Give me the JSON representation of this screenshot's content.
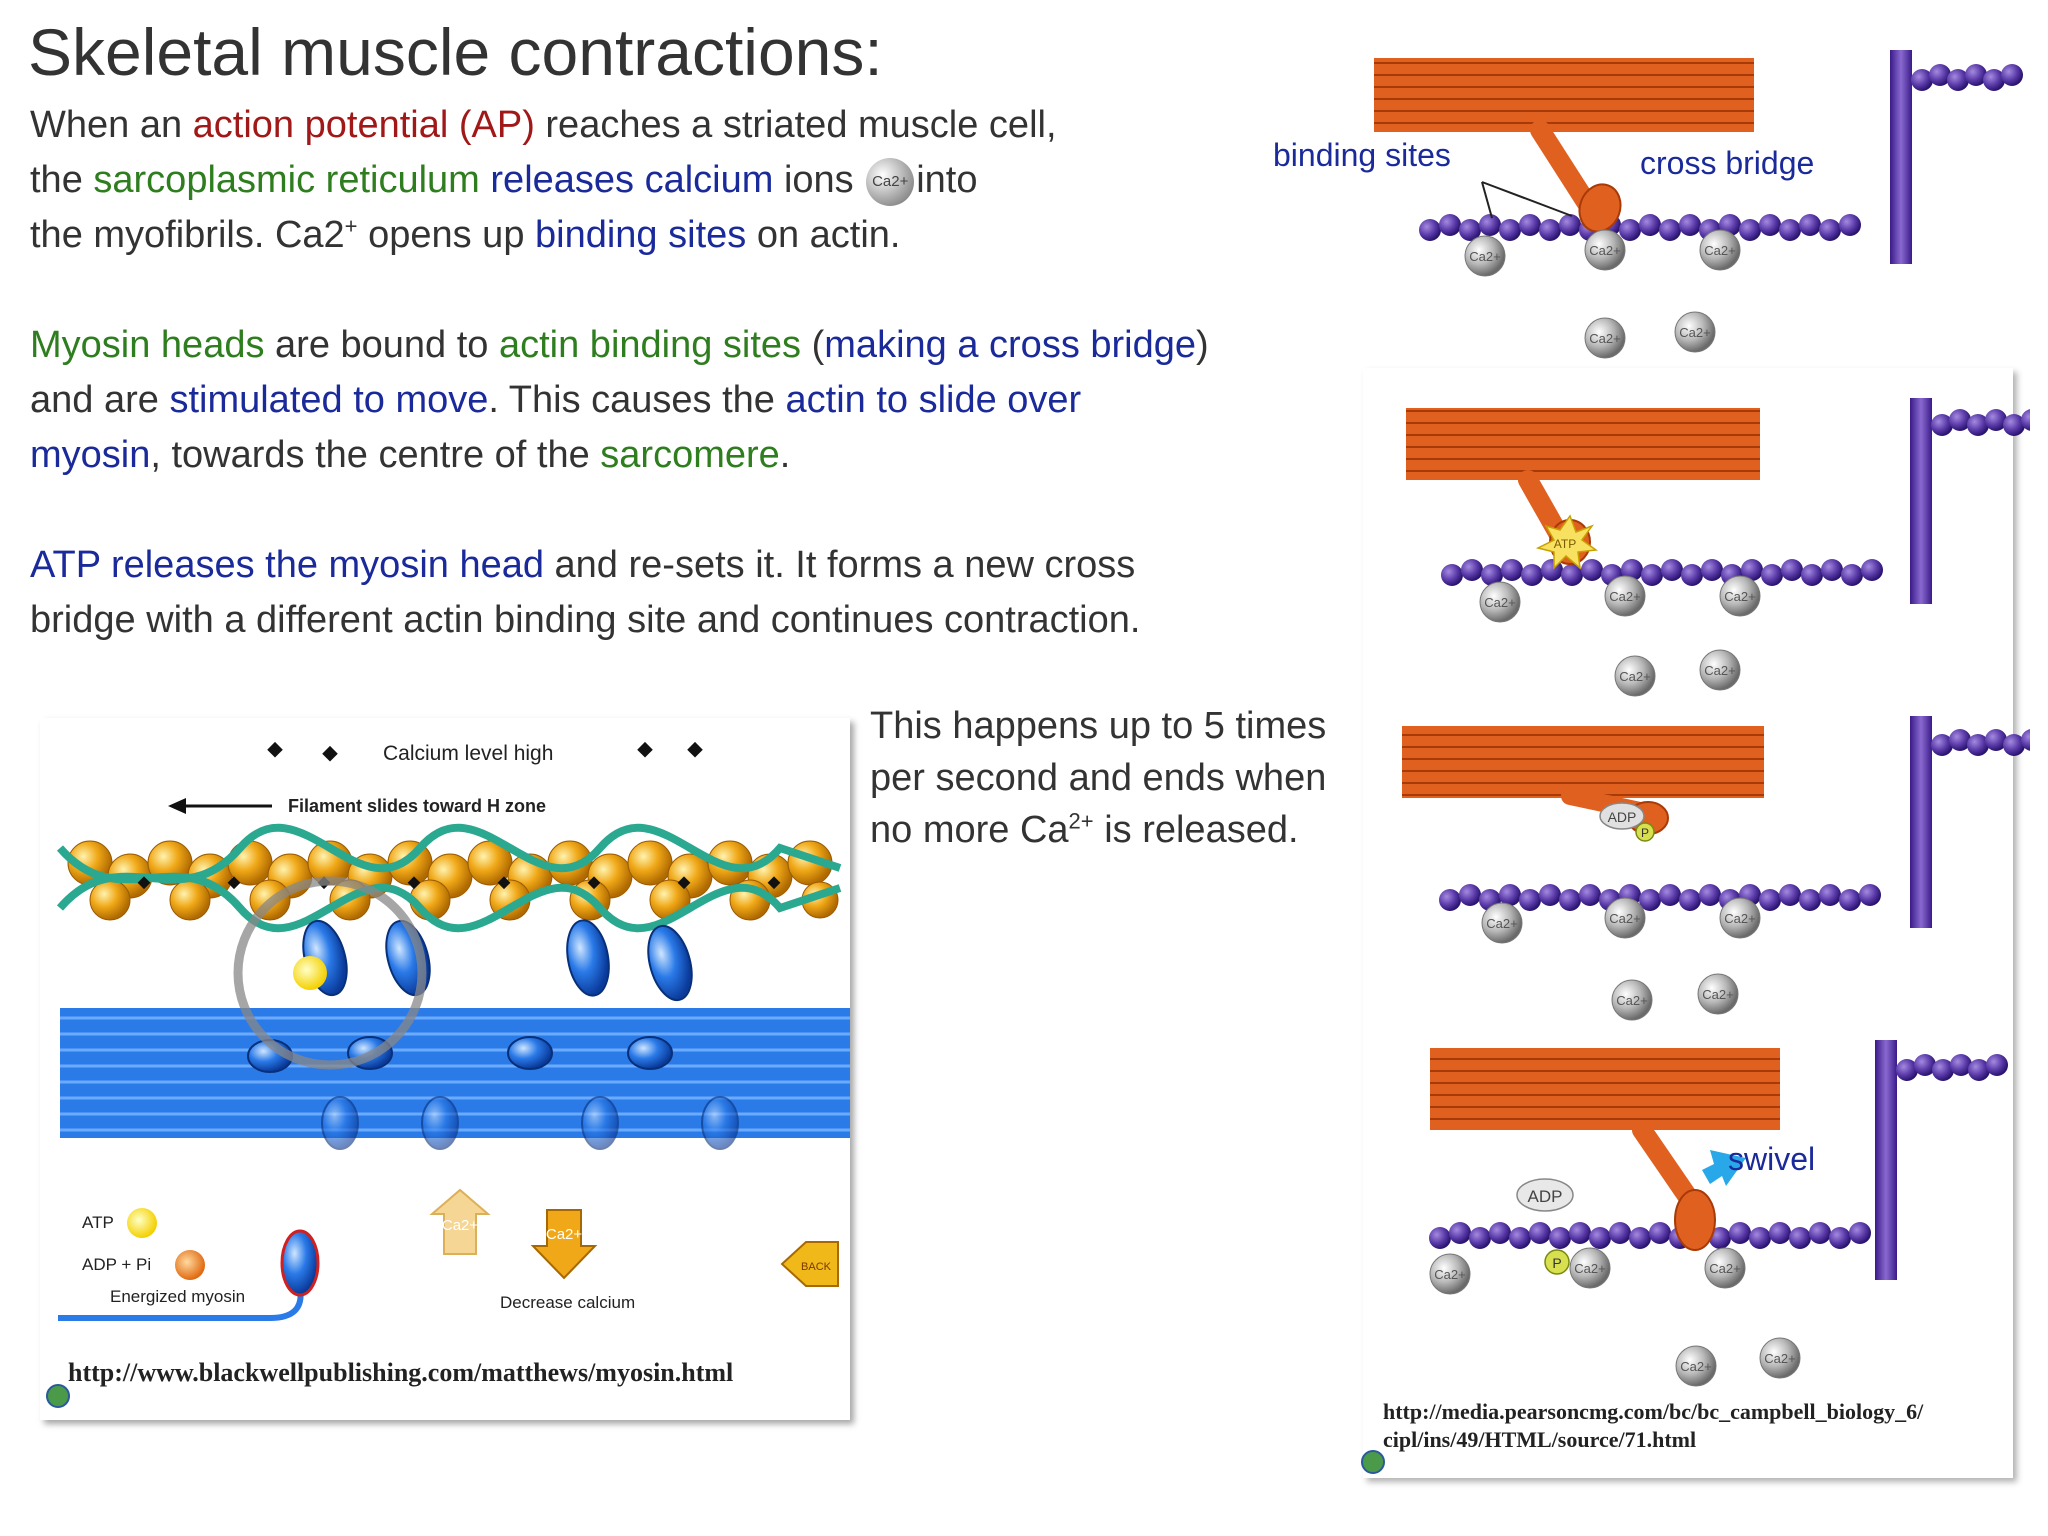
{
  "title": "Skeletal muscle contractions:",
  "para1": {
    "s1": "When an ",
    "s2": "action potential (AP)",
    "s3": " reaches a striated muscle cell,",
    "s4": "the ",
    "s5": "sarcoplasmic reticulum",
    "s6": " ",
    "s7": "releases calcium",
    "s8": " ions ",
    "s9": "into",
    "s10": "the myofibrils. Ca2",
    "s10sup": "+",
    "s11": " opens up ",
    "s12": "binding sites",
    "s13": " on actin."
  },
  "para2": {
    "s1": "Myosin heads",
    "s2": " are bound to ",
    "s3": "actin binding sites",
    "s4": " (",
    "s5": "making a cross bridge",
    "s6": ")",
    "s7": "and are ",
    "s8": "stimulated to move",
    "s9": ". This causes the ",
    "s10": "actin to slide over",
    "s11": "myosin",
    "s12": ", towards the centre of the ",
    "s13": "sarcomere",
    "s14": "."
  },
  "para3": {
    "s1": "ATP releases the myosin head",
    "s2": " and re-sets it. It forms a new cross",
    "s3": "bridge with a different actin binding site and continues contraction."
  },
  "note": {
    "line1": "This happens up to 5 times",
    "line2": "per second and ends when",
    "line3a": "no more Ca",
    "line3sup": "2+",
    "line3b": " is released."
  },
  "ca_icon": "Ca2+",
  "left_figure": {
    "calcium_level": "Calcium level high",
    "filament_slides": "Filament slides toward H zone",
    "legend_atp": "ATP",
    "legend_adp": "ADP + Pi",
    "legend_myosin": "Energized myosin",
    "ca_light": "Ca2+",
    "ca_dark": "Ca2+",
    "decrease_calcium": "Decrease calcium",
    "back": "BACK",
    "url": "http://www.blackwellpublishing.com/matthews/myosin.html"
  },
  "right_figure": {
    "binding_sites": "binding sites",
    "cross_bridge": "cross bridge",
    "atp": "ATP",
    "adp": "ADP",
    "p": "P",
    "adp2": "ADP",
    "swivel": "swivel",
    "ca": "Ca2+",
    "url_line1": "http://media.pearsoncmg.com/bc/bc_campbell_biology_6/",
    "url_line2": "cipl/ins/49/HTML/source/71.html"
  },
  "colors": {
    "actin": "#5a3aa8",
    "myosin_thick": "#e06020",
    "myosin_blue": "#2a7ae8",
    "text_red": "#a01818",
    "text_green": "#2e7d1e",
    "text_blue": "#1a2a9a"
  }
}
